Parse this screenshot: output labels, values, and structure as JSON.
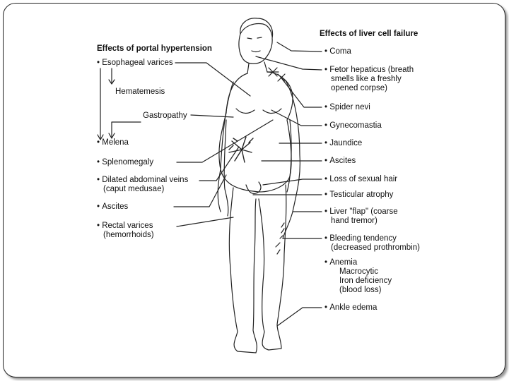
{
  "portal": {
    "title": "Effects of portal hypertension",
    "esophageal": "Esophageal varices",
    "hematemesis": "Hematemesis",
    "gastropathy": "Gastropathy",
    "melena": "Melena",
    "splenomegaly": "Splenomegaly",
    "dilated_1": "Dilated abdominal veins",
    "dilated_2": "(caput medusae)",
    "ascites": "Ascites",
    "rectal_1": "Rectal varices",
    "rectal_2": "(hemorrhoids)"
  },
  "liver": {
    "title": "Effects of liver cell failure",
    "coma": "Coma",
    "fetor_1": "Fetor hepaticus (breath",
    "fetor_2": "smells like a freshly",
    "fetor_3": "opened corpse)",
    "spider": "Spider nevi",
    "gyneco": "Gynecomastia",
    "jaundice": "Jaundice",
    "ascites": "Ascites",
    "hair": "Loss of sexual hair",
    "testicular": "Testicular atrophy",
    "flap_1": "Liver \"flap\" (coarse",
    "flap_2": "hand tremor)",
    "bleeding_1": "Bleeding tendency",
    "bleeding_2": "(decreased prothrombin)",
    "anemia": "Anemia",
    "macro": "Macrocytic",
    "iron": "Iron deficiency",
    "blood": "(blood loss)",
    "ankle": "Ankle edema"
  }
}
